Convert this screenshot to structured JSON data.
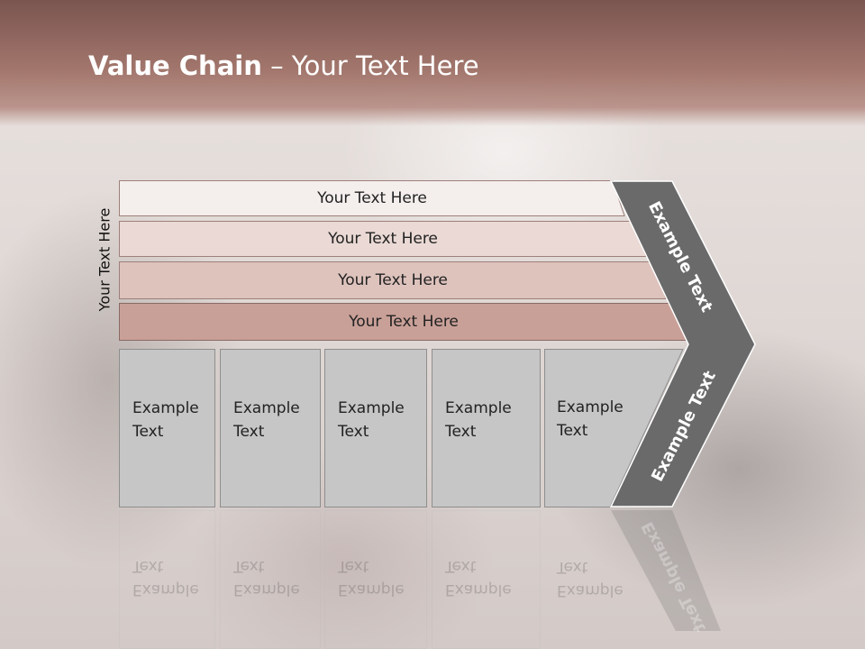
{
  "slide": {
    "title_bold": "Value Chain",
    "title_rest": " – Your Text Here",
    "side_label": "Your Text Here"
  },
  "bars": [
    {
      "label": "Your Text Here",
      "fill": "#f4eeec"
    },
    {
      "label": "Your Text Here",
      "fill": "#ead9d4"
    },
    {
      "label": "Your Text Here",
      "fill": "#dec3bd"
    },
    {
      "label": "Your Text Here",
      "fill": "#c9a098"
    }
  ],
  "boxes": [
    {
      "line1": "Example",
      "line2": "Text"
    },
    {
      "line1": "Example",
      "line2": "Text"
    },
    {
      "line1": "Example",
      "line2": "Text"
    },
    {
      "line1": "Example",
      "line2": "Text"
    },
    {
      "line1": "Example",
      "line2": "Text"
    }
  ],
  "chevron": {
    "upper_text": "Example Text",
    "lower_text": "Example Text",
    "fill": "#6a6a6a"
  }
}
